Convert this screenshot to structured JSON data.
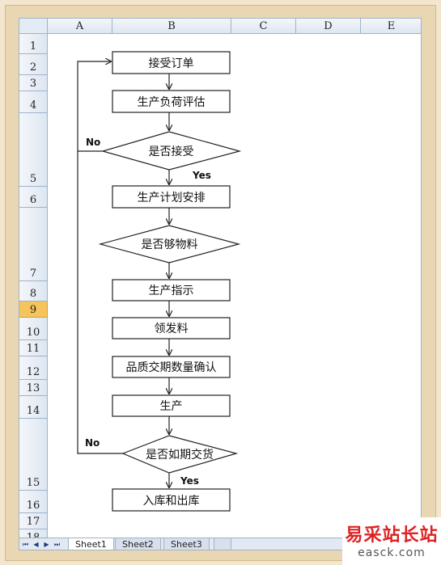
{
  "columns": [
    "A",
    "B",
    "C",
    "D",
    "E"
  ],
  "rows": [
    "1",
    "2",
    "3",
    "4",
    "5",
    "6",
    "7",
    "8",
    "9",
    "10",
    "11",
    "12",
    "13",
    "14",
    "15",
    "16",
    "17",
    "18"
  ],
  "active_row": "9",
  "flowchart": {
    "nodes": {
      "n1": "接受订单",
      "n2": "生产负荷评估",
      "d1": "是否接受",
      "n3": "生产计划安排",
      "d2": "是否够物料",
      "n4": "生产指示",
      "n5": "领发料",
      "n6": "品质交期数量确认",
      "n7": "生产",
      "d3": "是否如期交货",
      "n8": "入库和出库"
    },
    "edge_labels": {
      "d1_no": "No",
      "d1_yes": "Yes",
      "d3_no": "No",
      "d3_yes": "Yes"
    }
  },
  "sheet_tabs": [
    "Sheet1",
    "Sheet2",
    "Sheet3"
  ],
  "active_tab": "Sheet1",
  "watermark": {
    "title": "易采站长站",
    "url": "easck.com"
  },
  "colors": {
    "active_row_header": "#f6c45c",
    "watermark_red": "#dd2222"
  }
}
